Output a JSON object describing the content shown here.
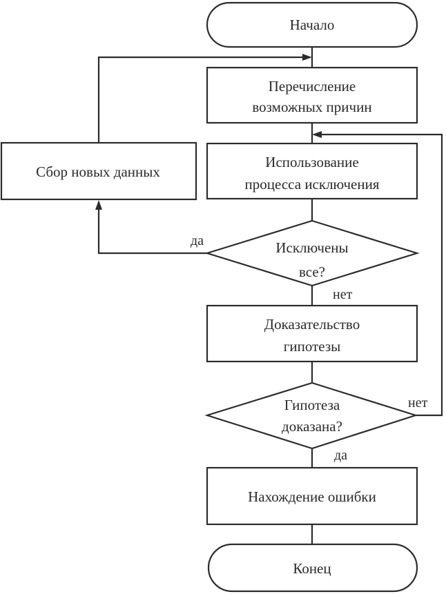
{
  "diagram": {
    "type": "flowchart",
    "nodes": {
      "start": {
        "shape": "terminator",
        "lines": [
          "Начало"
        ]
      },
      "enumerate": {
        "shape": "process",
        "lines": [
          "Перечисление",
          "возможных причин"
        ]
      },
      "collect": {
        "shape": "process",
        "lines": [
          "Сбор новых данных"
        ]
      },
      "exclusion": {
        "shape": "process",
        "lines": [
          "Использование",
          "процесса исключения"
        ]
      },
      "all_excluded": {
        "shape": "decision",
        "lines": [
          "Исключены",
          "все?"
        ]
      },
      "prove": {
        "shape": "process",
        "lines": [
          "Доказательство",
          "гипотезы"
        ]
      },
      "proven": {
        "shape": "decision",
        "lines": [
          "Гипотеза",
          "доказана?"
        ]
      },
      "found": {
        "shape": "process",
        "lines": [
          "Нахождение ошибки"
        ]
      },
      "end": {
        "shape": "terminator",
        "lines": [
          "Конец"
        ]
      }
    },
    "edges": [
      {
        "from": "start",
        "to": "enumerate",
        "label": ""
      },
      {
        "from": "enumerate",
        "to": "exclusion",
        "label": ""
      },
      {
        "from": "exclusion",
        "to": "all_excluded",
        "label": ""
      },
      {
        "from": "all_excluded",
        "to": "collect",
        "label": "да"
      },
      {
        "from": "collect",
        "to": "enumerate",
        "label": ""
      },
      {
        "from": "all_excluded",
        "to": "prove",
        "label": "нет"
      },
      {
        "from": "prove",
        "to": "proven",
        "label": ""
      },
      {
        "from": "proven",
        "to": "exclusion",
        "label": "нет"
      },
      {
        "from": "proven",
        "to": "found",
        "label": "да"
      },
      {
        "from": "found",
        "to": "end",
        "label": ""
      }
    ],
    "labels": {
      "yes": "да",
      "no": "нет"
    }
  }
}
